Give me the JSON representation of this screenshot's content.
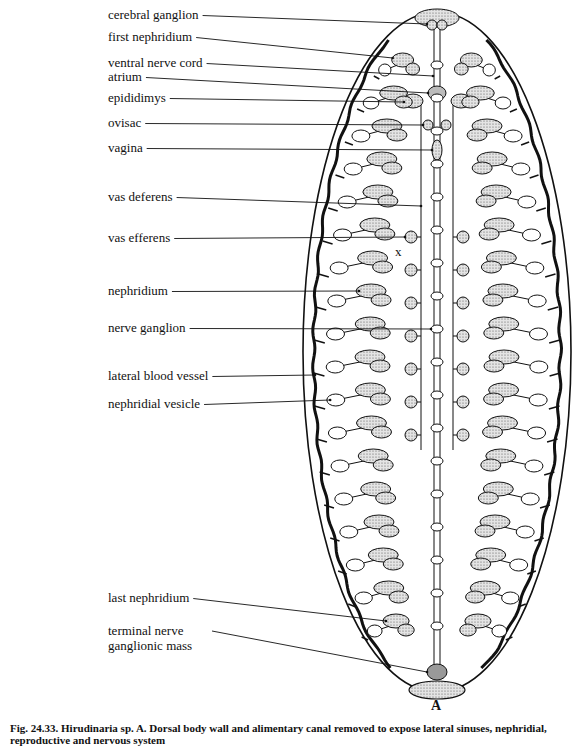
{
  "diagram": {
    "caption": "Fig. 24.33. Hirudinaria sp. A. Dorsal body wall and alimentary canal removed to expose lateral sinuses, nephridial, reproductive and nervous system",
    "labels": [
      "cerebral ganglion",
      "first nephridium",
      "ventral nerve cord",
      "atrium",
      "epididimys",
      "ovisac",
      "vagina",
      "vas deferens",
      "vas efferens",
      "nephridium",
      "nerve ganglion",
      "lateral blood vessel",
      "nephridial vesicle",
      "last nephridium",
      "terminal nerve ganglionic mass",
      "A",
      "x"
    ]
  }
}
